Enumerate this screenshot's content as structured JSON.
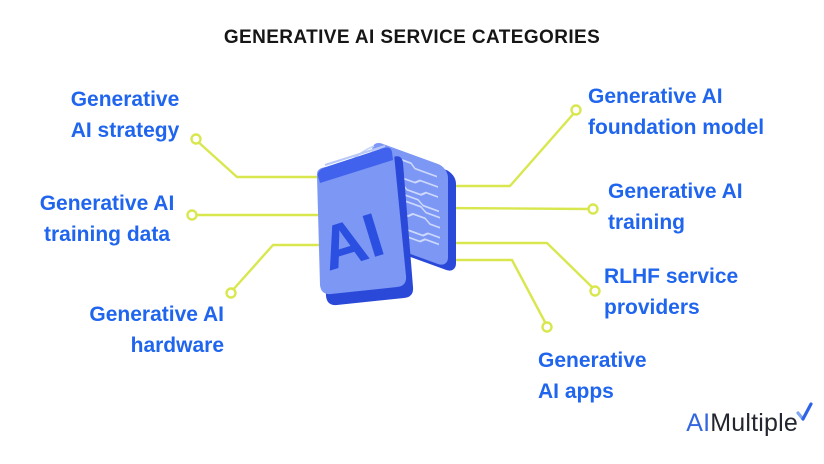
{
  "title": "GENERATIVE AI SERVICE CATEGORIES",
  "center_chip": {
    "label": "AI"
  },
  "categories": [
    {
      "id": "generative-ai-strategy",
      "line1": "Generative",
      "line2": "AI strategy"
    },
    {
      "id": "generative-ai-training-data",
      "line1": "Generative AI",
      "line2": "training data"
    },
    {
      "id": "generative-ai-hardware",
      "line1": "Generative AI",
      "line2": "hardware"
    },
    {
      "id": "generative-ai-foundation-model",
      "line1": "Generative AI",
      "line2": "foundation model"
    },
    {
      "id": "generative-ai-training",
      "line1": "Generative AI",
      "line2": "training"
    },
    {
      "id": "rlhf-service-providers",
      "line1": "RLHF service",
      "line2": "providers"
    },
    {
      "id": "generative-ai-apps",
      "line1": "Generative",
      "line2": "AI apps"
    }
  ],
  "logo": {
    "prefix": "AI",
    "suffix": "Multiple"
  },
  "colors": {
    "label_blue": "#2065ee",
    "connector_lime": "#d9e74e",
    "chip_face": "#7d97f4",
    "chip_edge": "#2b49d8",
    "chip_top_band": "#4162ec",
    "chip_letters": "#2b4fe0",
    "circuit_trace": "#ccd9fb",
    "title_text": "#161616",
    "logo_dark": "#23262e",
    "logo_blue": "#3466e0"
  }
}
